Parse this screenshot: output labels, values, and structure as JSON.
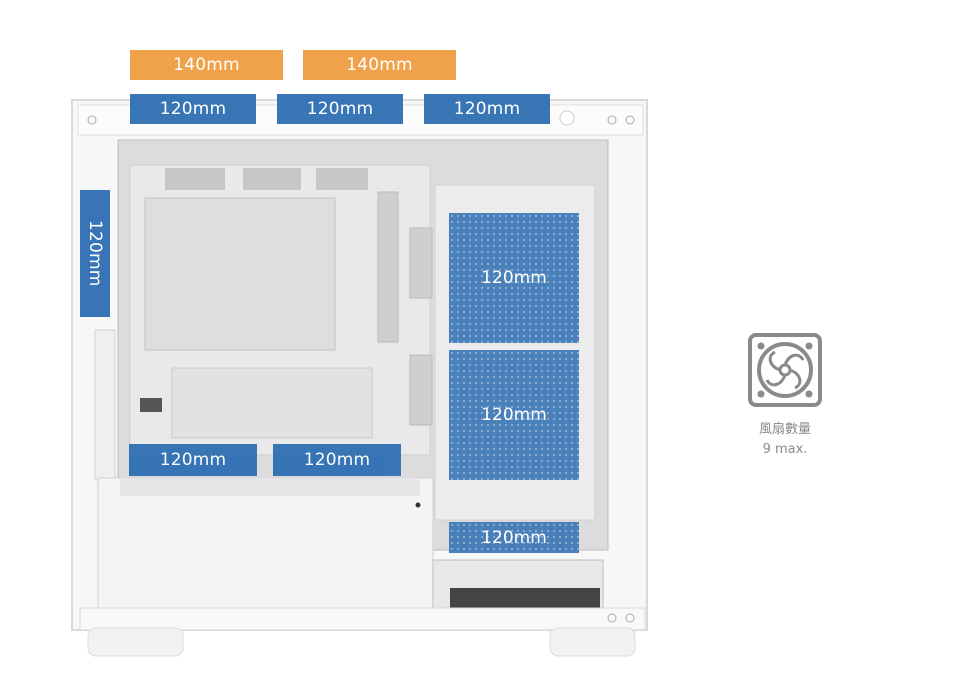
{
  "top_labels": [
    {
      "text": "140mm",
      "type": "orange"
    },
    {
      "text": "140mm",
      "type": "orange"
    },
    {
      "text": "120mm",
      "type": "blue"
    },
    {
      "text": "120mm",
      "type": "blue"
    },
    {
      "text": "120mm",
      "type": "blue"
    }
  ],
  "rear_label": "120mm",
  "side_fans": [
    "120mm",
    "120mm"
  ],
  "bottom_fans": [
    "120mm",
    "120mm"
  ],
  "psu_fan": "120mm",
  "legend": {
    "icon": "fan-icon",
    "title": "風扇數量",
    "subtitle": "9 max."
  },
  "colors": {
    "orange": "#f0a24b",
    "blue": "#2f6fb3",
    "legend_text": "#8a8a8a"
  }
}
